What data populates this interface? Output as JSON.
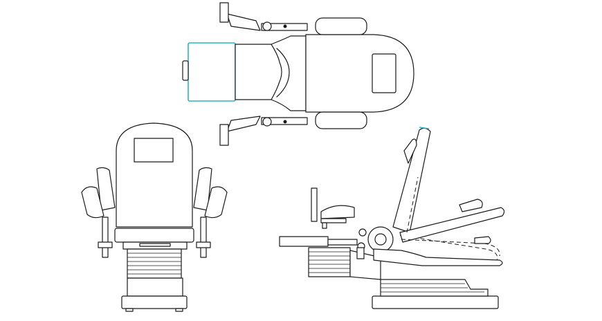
{
  "colors": {
    "line": "#1a1a1a",
    "background": "#ffffff",
    "highlight": "#29b6c8"
  },
  "views": [
    {
      "id": "top-view"
    },
    {
      "id": "front-view"
    },
    {
      "id": "side-view"
    }
  ]
}
